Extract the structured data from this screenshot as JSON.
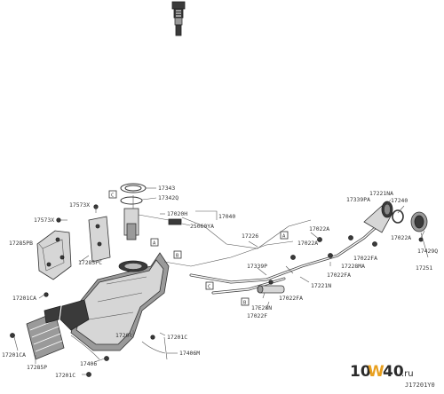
{
  "diagram": {
    "labels": {
      "p17343": "17343",
      "p17342q": "17342Q",
      "p17020h": "17020H",
      "p17040": "17040",
      "p25060ya": "25060YA",
      "p17573x": "17573X",
      "p17573x_b": "17573X",
      "p17285pb": "17285PB",
      "p17285pc": "17285PC",
      "p17226": "17226",
      "p17339p": "17339P",
      "p17022a_a": "17022A",
      "p17022a_b": "17022A",
      "p17022a_c": "17022A",
      "p17339pa": "17339PA",
      "p17221na": "17221NA",
      "p17240": "17240",
      "p17429q": "17429Q",
      "p17251": "17251",
      "p17022fa_a": "17022FA",
      "p17228ma": "17228MA",
      "p17022fa_b": "17022FA",
      "p17221n": "17221N",
      "p17022fa_c": "17022FA",
      "p17228n": "17E28N",
      "p17022f": "17022F",
      "p17201ca_a": "17201CA",
      "p17201": "1720ł",
      "p17201c_a": "17201C",
      "p17406m": "17406M",
      "p17201ca_b": "17201CA",
      "p17285p": "17285P",
      "p17406": "17406",
      "p17201c_b": "17201C"
    },
    "callouts": {
      "c": "C",
      "a": "A",
      "b": "B",
      "c2": "C",
      "a2": "A",
      "b2": "B"
    },
    "code": "J17201Y0"
  },
  "watermark": {
    "ten": "10",
    "w": "W",
    "forty": "40",
    "ru": ".ru"
  }
}
